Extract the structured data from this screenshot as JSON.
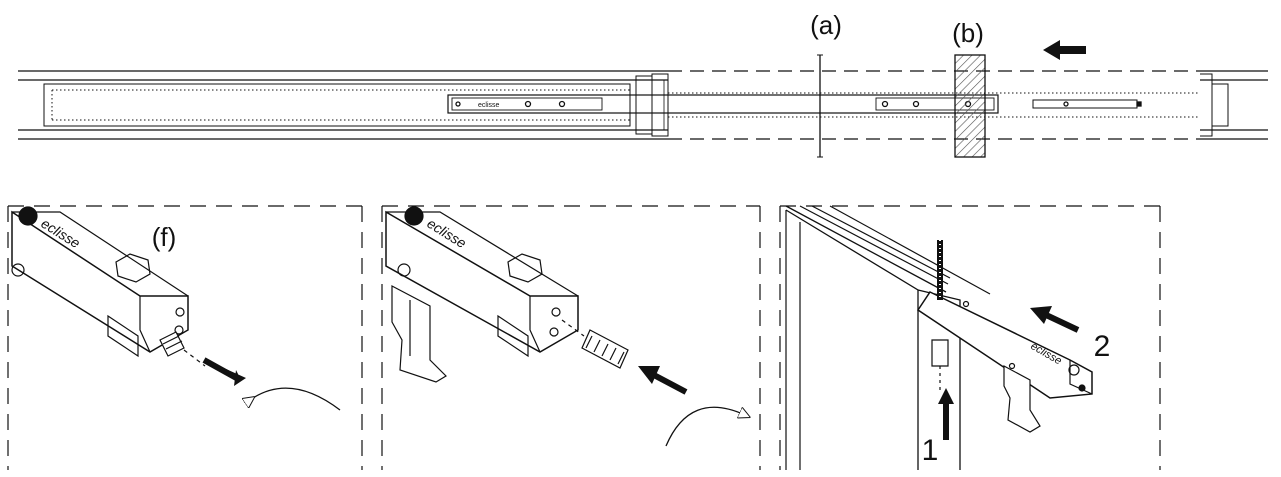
{
  "labels": {
    "a": "(a)",
    "b": "(b)",
    "f": "(f)",
    "step1": "1",
    "step2": "2"
  },
  "logo_text": "eclisse",
  "colors": {
    "ink": "#111111",
    "hatch": "#555555",
    "background": "#ffffff"
  }
}
